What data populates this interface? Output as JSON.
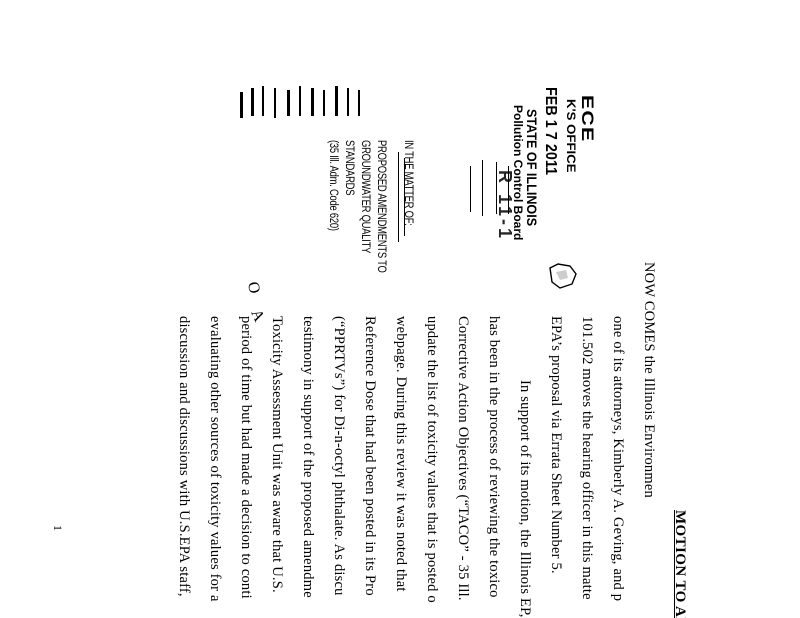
{
  "stamp": {
    "line1": "ECE",
    "line2": "K'S OFFICE",
    "date": "FEB 1 7 2011",
    "state": "STATE OF ILLINOIS",
    "board": "Pollution Control Board",
    "code": "R 11-1",
    "margin_a": "O",
    "margin_b": "A"
  },
  "caption": {
    "line1": "IN THE MATTER OF:",
    "line2": "PROPOSED AMENDMENTS TO",
    "line3": "GROUNDWATER QUALITY",
    "line4": "STANDARDS",
    "line5": "(35 Ill. Adm. Code 620)"
  },
  "document": {
    "title": "MOTION TO AME",
    "lines": [
      "NOW COMES the Illinois Environmen",
      "one of its attorneys, Kimberly A. Geving, and p",
      "101.502 moves the hearing officer in this matte",
      "EPA’s proposal via Errata Sheet Number 5.",
      "In support of its motion, the Illinois EP,",
      "has been in the process of reviewing the toxico",
      "Corrective Action Objectives (“TACO” - 35 Ill.",
      "update the list of toxicity values that is posted o",
      "webpage.  During this review it was noted that",
      "Reference Dose that had been posted in its Pro",
      "(“PPRTVs”) for Di-n-octyl phthalate.  As discu",
      "testimony in support of the proposed amendme",
      "Toxicity Assessment Unit was aware that U.S.",
      "period of time but had made a decision to conti",
      "evaluating other sources of toxicity values for a",
      "discussion and discussions with U.S.EPA staff,"
    ],
    "page_number": "1"
  }
}
